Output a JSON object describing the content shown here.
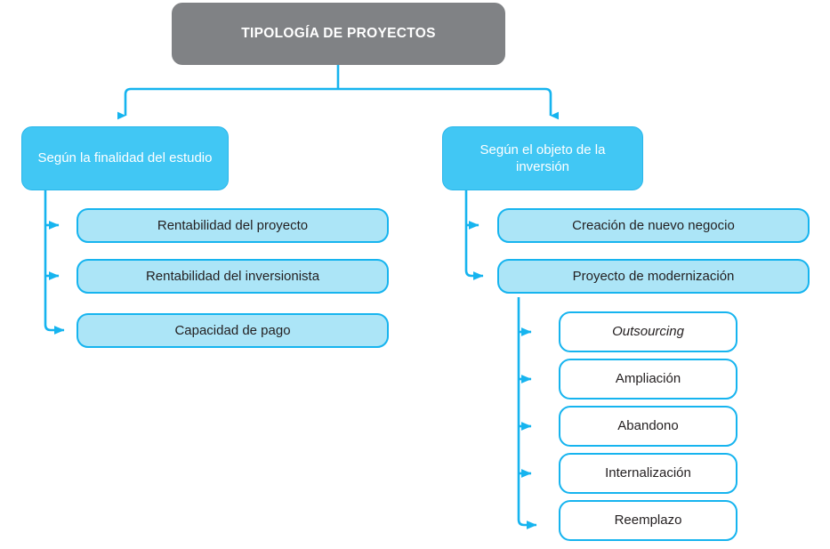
{
  "diagram": {
    "title": "TIPOLOGÍA DE PROYECTOS",
    "colors": {
      "root_fill": "#808285",
      "root_text": "#ffffff",
      "level1_fill": "#41c7f4",
      "level1_border": "#29b6ea",
      "level1_text": "#ffffff",
      "level2_fill": "#ace5f7",
      "level2_border": "#16b4ef",
      "level3_fill": "#ffffff",
      "level3_border": "#16b4ef",
      "node_text": "#231f20",
      "connector": "#16b4ef",
      "background": "#ffffff"
    },
    "root": {
      "label": "TIPOLOGÍA DE PROYECTOS"
    },
    "branches": [
      {
        "label": "Según la finalidad del estudio",
        "children": [
          {
            "label": "Rentabilidad del proyecto",
            "italic": false,
            "children": []
          },
          {
            "label": "Rentabilidad del inversionista",
            "italic": false,
            "children": []
          },
          {
            "label": "Capacidad de pago",
            "italic": false,
            "children": []
          }
        ]
      },
      {
        "label": "Según el objeto de la inversión",
        "children": [
          {
            "label": "Creación de nuevo negocio",
            "italic": false,
            "children": []
          },
          {
            "label": "Proyecto de modernización",
            "italic": false,
            "children": [
              {
                "label": "Outsourcing",
                "italic": true
              },
              {
                "label": "Ampliación",
                "italic": false
              },
              {
                "label": "Abandono",
                "italic": false
              },
              {
                "label": "Internalización",
                "italic": false
              },
              {
                "label": "Reemplazo",
                "italic": false
              }
            ]
          }
        ]
      }
    ]
  }
}
